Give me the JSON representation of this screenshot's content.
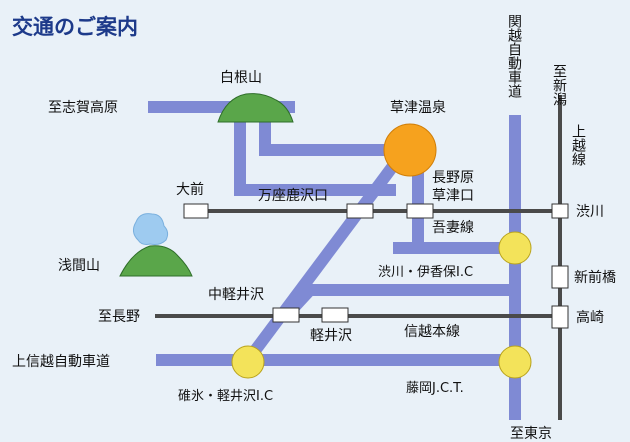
{
  "title": "交通のご案内",
  "colors": {
    "background": "#e9f1f8",
    "road": "#7f8ad4",
    "rail": "#4a4a4a",
    "station": "#ffffff",
    "interchange": "#f3e35a",
    "onsen": "#f6a21e",
    "mountain": "#5aa64a",
    "title": "#1d3a8a"
  },
  "places": {
    "shirane": "白根山",
    "kusatsu_onsen": "草津温泉",
    "asama": "浅間山"
  },
  "directions": {
    "shiga_kogen": "至志賀高原",
    "nagano": "至長野",
    "tokyo": "至東京",
    "niigata": "至新潟"
  },
  "roads": {
    "kanetsu": "関越自動車道",
    "joshinetsu": "上信越自動車道"
  },
  "rail_lines": {
    "joetsu": "上越線",
    "agatsuma": "吾妻線",
    "shinetsu": "信越本線"
  },
  "stations": {
    "omae": "大前",
    "manza_kazawaguchi": "万座鹿沢口",
    "naganohara_line1": "長野原",
    "naganohara_line2": "草津口",
    "shibukawa": "渋川",
    "shin_maebashi": "新前橋",
    "takasaki": "高崎",
    "naka_karuizawa": "中軽井沢",
    "karuizawa": "軽井沢"
  },
  "interchanges": {
    "shibukawa_ikaho": "渋川・伊香保I.C",
    "usui_karuizawa": "碓氷・軽井沢I.C",
    "fujioka_jct": "藤岡J.C.T."
  }
}
